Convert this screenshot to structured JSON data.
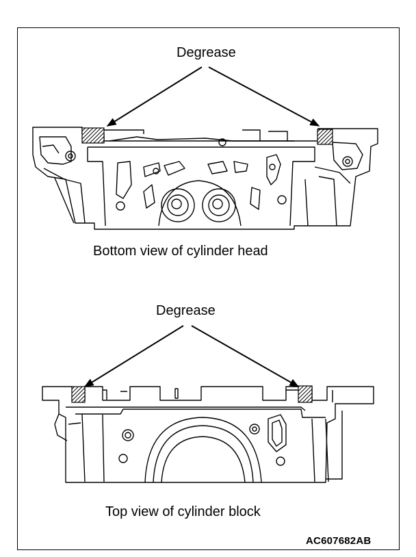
{
  "top_view": {
    "callout": "Degrease",
    "caption": "Bottom view of cylinder head"
  },
  "bottom_view": {
    "callout": "Degrease",
    "caption": "Top view of cylinder block"
  },
  "figure_code": "AC607682AB"
}
